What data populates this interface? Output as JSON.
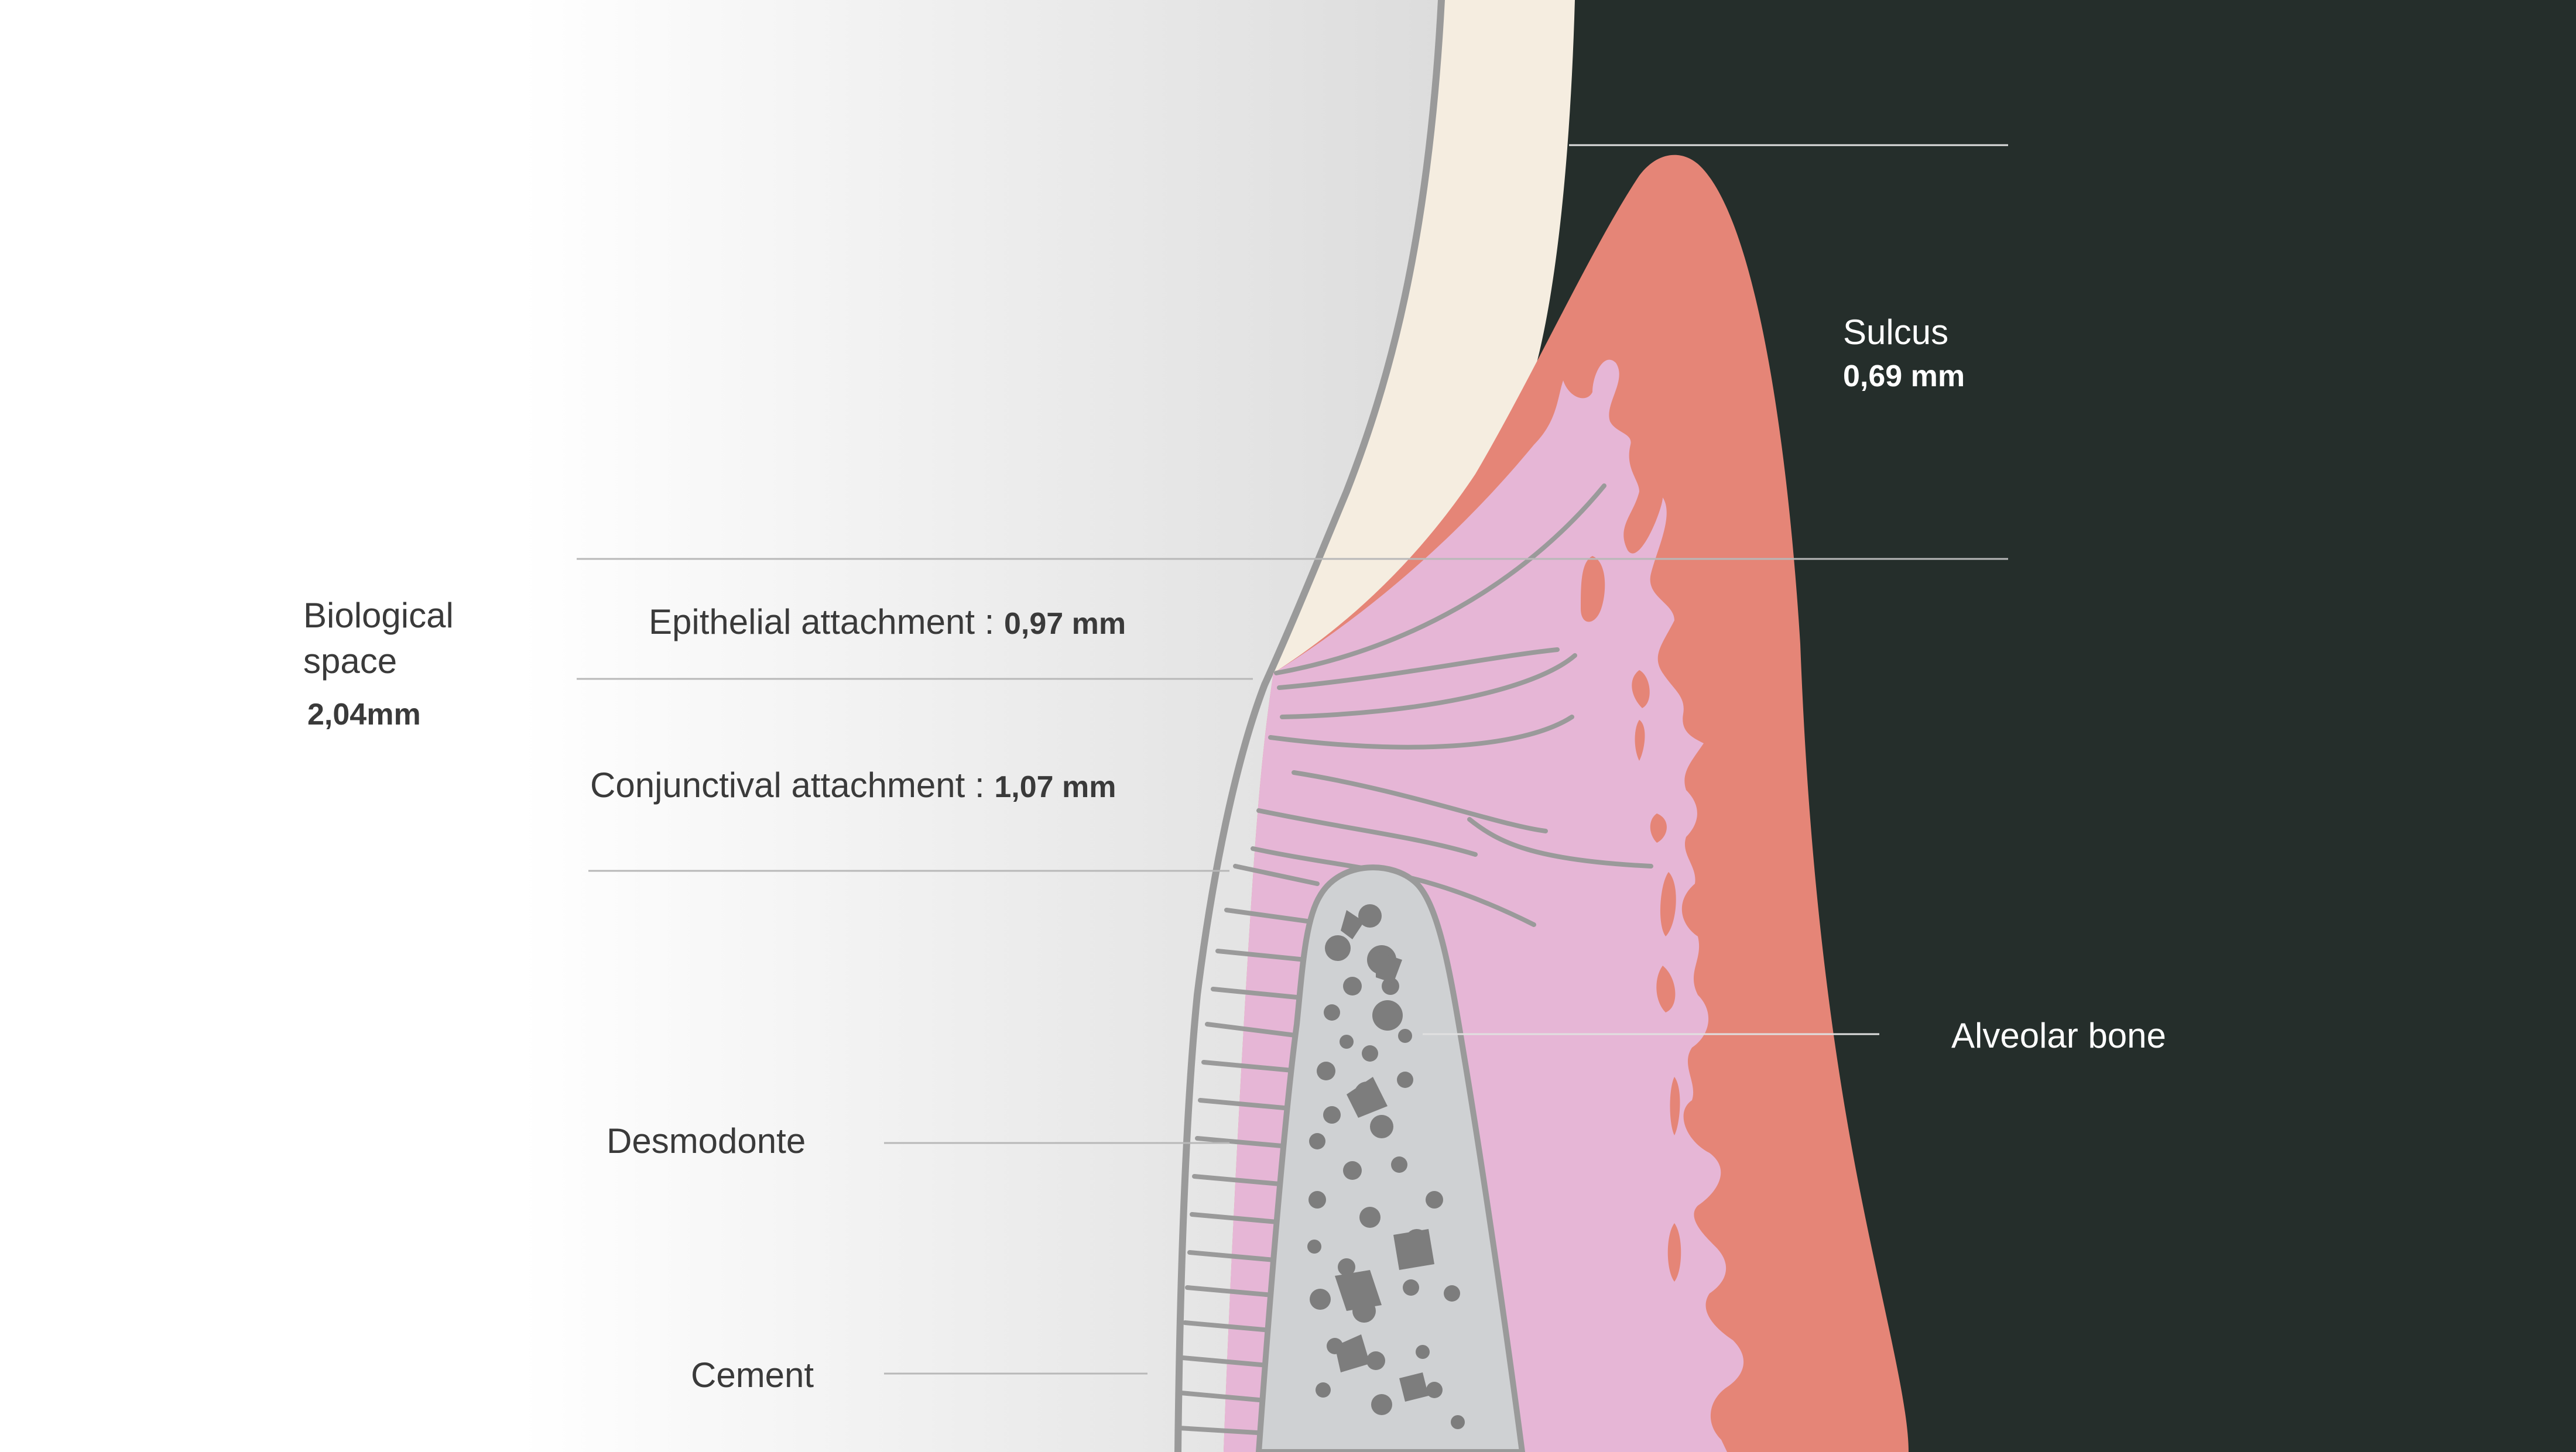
{
  "colors": {
    "dark_background": "#252e2b",
    "gingiva": "#e58577",
    "connective_tissue": "#e6b6d6",
    "enamel": "#f5ede0",
    "bone": "#cfd1d3",
    "pores": "#7d7d7d",
    "outline": "#9a9a9a"
  },
  "labels": {
    "biological_space": {
      "line1": "Biological",
      "line2": "space",
      "value": "2,04mm"
    },
    "epithelial_attachment": {
      "label": "Epithelial attachment : ",
      "value": "0,97 mm"
    },
    "conjunctival_attachment": {
      "label": "Conjunctival attachment : ",
      "value": "1,07 mm"
    },
    "sulcus": {
      "label": "Sulcus",
      "value": "0,69 mm"
    },
    "alveolar_bone": {
      "label": "Alveolar bone"
    },
    "desmodonte": {
      "label": "Desmodonte"
    },
    "cement": {
      "label": "Cement"
    }
  }
}
